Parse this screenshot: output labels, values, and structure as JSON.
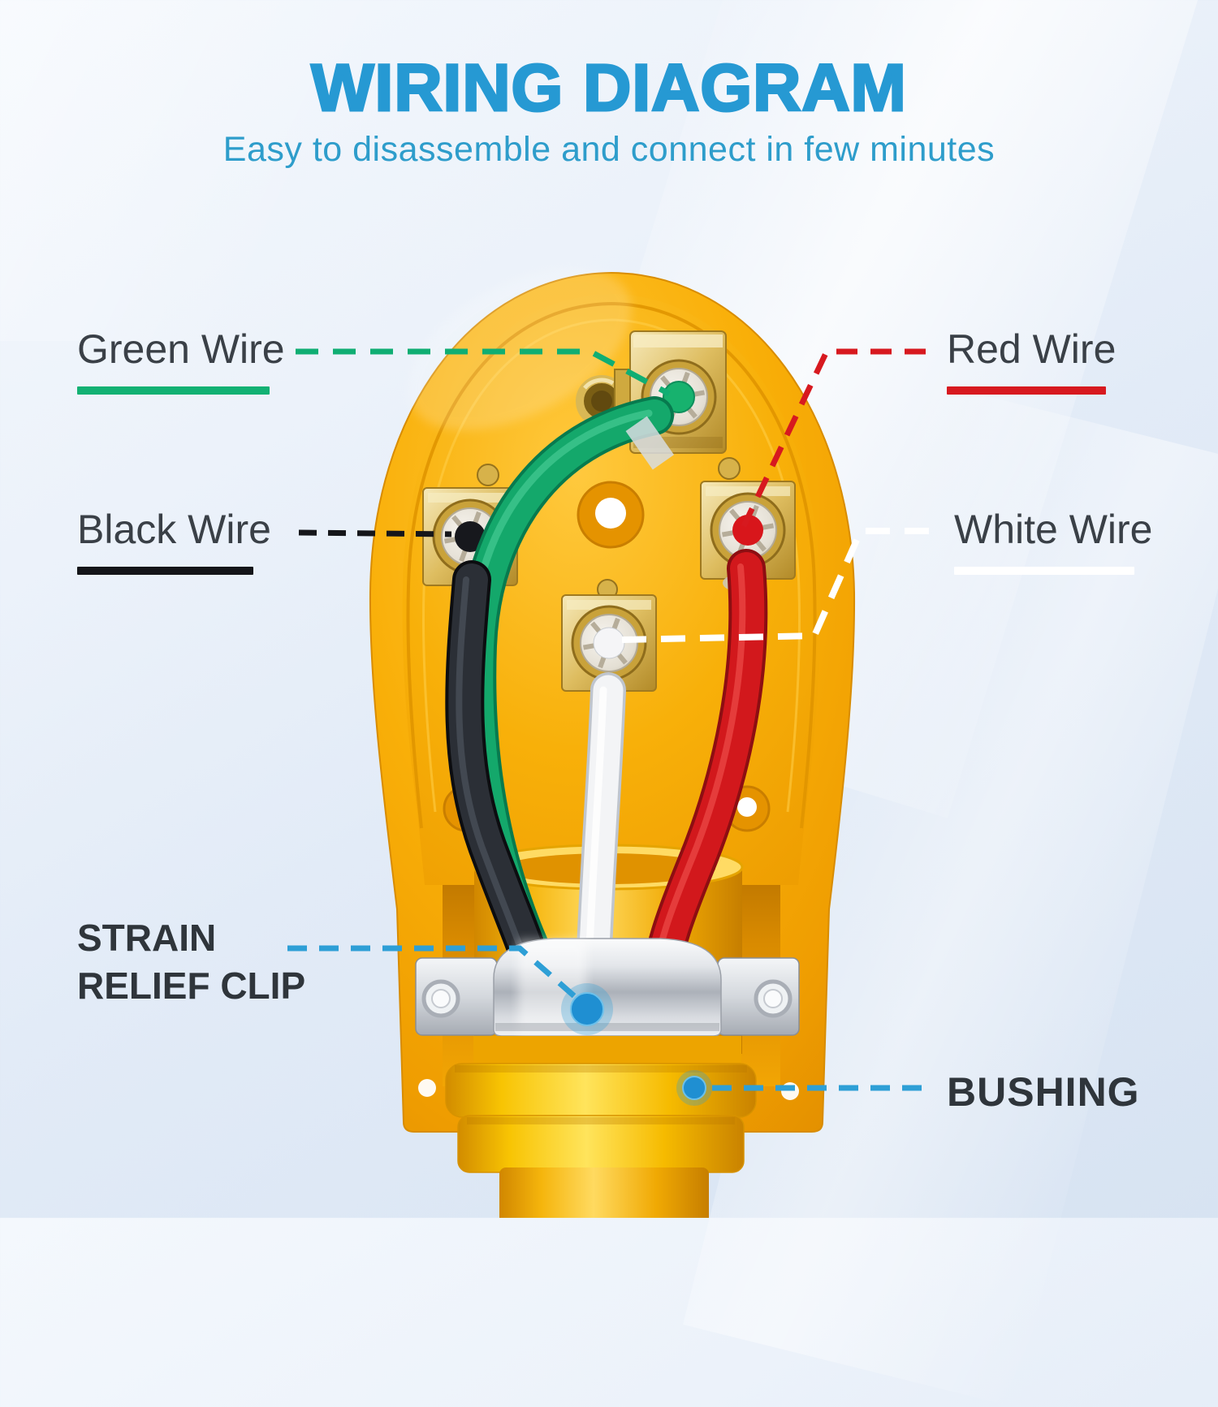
{
  "header": {
    "title": "WIRING DIAGRAM",
    "subtitle": "Easy to disassemble and connect in few minutes",
    "title_color": "#2699D3"
  },
  "callouts": {
    "green_wire": {
      "label": "Green Wire",
      "line_color": "#12B173",
      "side": "left"
    },
    "black_wire": {
      "label": "Black Wire",
      "line_color": "#141519",
      "side": "left"
    },
    "red_wire": {
      "label": "Red Wire",
      "line_color": "#D7191F",
      "side": "right"
    },
    "white_wire": {
      "label": "White Wire",
      "line_color": "#FFFFFF",
      "side": "right"
    },
    "strain_relief_clip": {
      "label": "STRAIN RELIEF CLIP",
      "line_color": "#2E9FD6",
      "side": "left"
    },
    "bushing": {
      "label": "BUSHING",
      "line_color": "#2E9FD6",
      "side": "right"
    }
  },
  "illustration": {
    "description": "Yellow RV plug opened showing four screw terminals with green, black, white and red wires, metal strain relief clip and yellow bushing",
    "body_color": "#F8AF08",
    "terminal_brass_color": "#DEBD60",
    "clip_metal_color": "#C9CDD3",
    "marker_dot_color": "#1F8FD2"
  }
}
